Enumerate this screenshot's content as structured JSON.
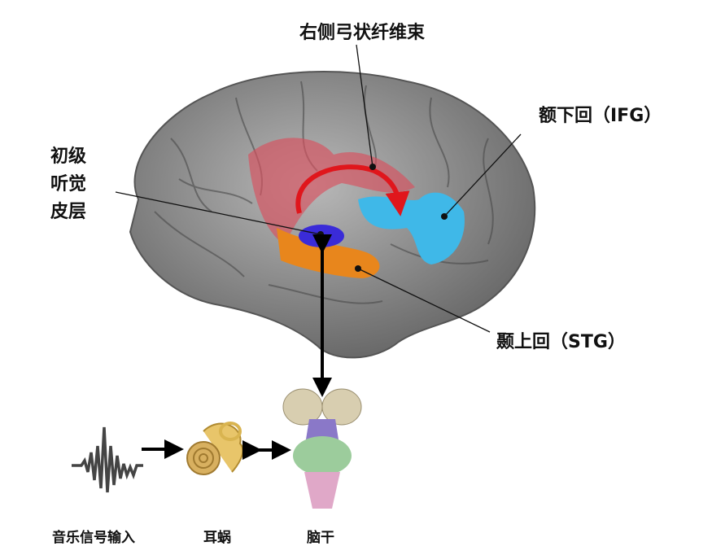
{
  "labels": {
    "arcuate_fasciculus": "右侧弓状纤维束",
    "ifg": "额下回（IFG）",
    "primary_auditory_cortex": [
      "初级",
      "听觉",
      "皮层"
    ],
    "stg": "颞上回（STG）",
    "music_input": "音乐信号输入",
    "cochlea": "耳蜗",
    "brainstem": "脑干"
  },
  "colors": {
    "arcuate": "#d9505e",
    "ifg": "#3fb8e8",
    "stg": "#e8861c",
    "auditory": "#3a2bd8",
    "arrow_red": "#e0161c"
  }
}
